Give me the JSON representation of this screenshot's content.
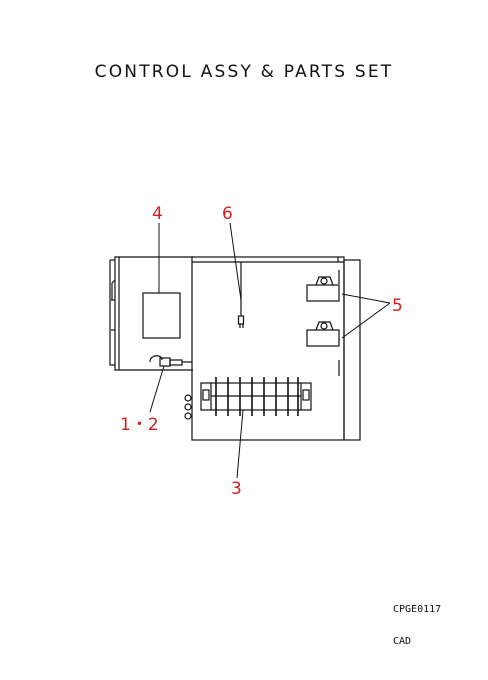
{
  "title": "CONTROL ASSY & PARTS SET",
  "drawing_code": "CPGE0117",
  "footer_label": "CAD",
  "callouts": [
    {
      "id": "4",
      "label": "4"
    },
    {
      "id": "6",
      "label": "6"
    },
    {
      "id": "5",
      "label": "5"
    },
    {
      "id": "12",
      "label": "1・2"
    },
    {
      "id": "3",
      "label": "3"
    }
  ],
  "colors": {
    "callout": "#d11f1f",
    "line": "#111111"
  }
}
